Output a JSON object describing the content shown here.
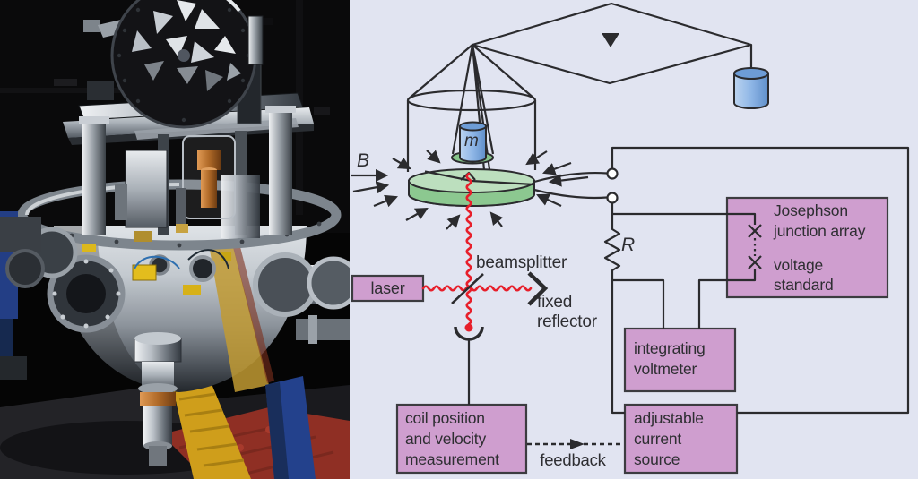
{
  "theme": {
    "background": "#e1e4f1",
    "box_fill": "#cf9ecf",
    "box_border": "#3c3c40",
    "line": "#2b2b2e",
    "text": "#2e2e32",
    "laser_red": "#e71f2b",
    "coil_top": "#bcdfbe",
    "coil_side": "#8cc890",
    "platform_green": "#86c48a",
    "mass_blue": "#8eb6e6",
    "mass_blue_dark": "#6d9cd6"
  },
  "diagram": {
    "labels": {
      "magnetic_field": "B",
      "mass": "m",
      "resistance": "R",
      "beamsplitter": "beamsplitter",
      "fixed_reflector": [
        "fixed",
        "reflector"
      ],
      "feedback": "feedback"
    },
    "boxes": {
      "laser": "laser",
      "coil_measurement": [
        "coil position",
        "and velocity",
        "measurement"
      ],
      "current_source": [
        "adjustable",
        "current",
        "source"
      ],
      "voltmeter": [
        "integrating",
        "voltmeter"
      ],
      "josephson_top": [
        "Josephson",
        "junction array"
      ],
      "josephson_bottom": [
        "voltage",
        "standard"
      ]
    }
  }
}
